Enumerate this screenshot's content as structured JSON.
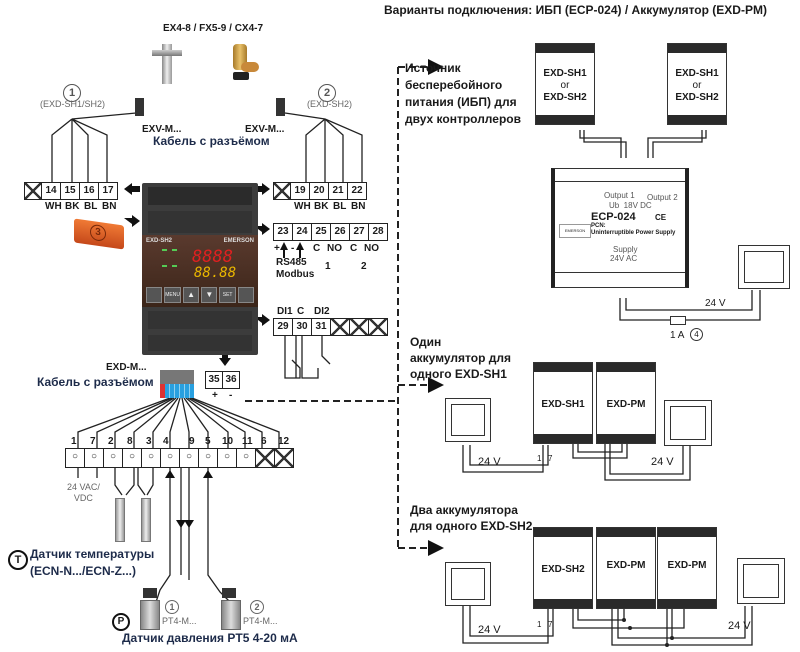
{
  "header": {
    "variants_title": "Варианты подключения: ИБП (ECP-024) / Аккумулятор (EXD-PM)",
    "valve_models": "EX4-8 / FX5-9 / CX4-7"
  },
  "left": {
    "valve1": {
      "index": "1",
      "model": "(EXD-SH1/SH2)",
      "cable": "EXV-M..."
    },
    "valve2": {
      "index": "2",
      "model": "(EXD-SH2)",
      "cable": "EXV-M..."
    },
    "cable_with_connector": "Кабель с разъёмом",
    "terminals_left": {
      "numbers": [
        "14",
        "15",
        "16",
        "17"
      ],
      "wires": [
        "WH",
        "BK",
        "BL",
        "BN"
      ]
    },
    "terminals_right_top": {
      "numbers": [
        "19",
        "20",
        "21",
        "22"
      ],
      "wires": [
        "WH",
        "BK",
        "BL",
        "BN"
      ]
    },
    "terminals_comm": {
      "numbers": [
        "23",
        "24",
        "25",
        "26",
        "27",
        "28"
      ],
      "pol": [
        "+",
        "-"
      ],
      "relay_labels": [
        "C",
        "NO",
        "C",
        "NO"
      ],
      "relay_groups": [
        "1",
        "2"
      ],
      "bus": "RS485",
      "bus2": "Modbus"
    },
    "terminals_di": {
      "headers": [
        "DI1",
        "C",
        "DI2"
      ],
      "numbers": [
        "29",
        "30",
        "31"
      ]
    },
    "terminals_power": {
      "numbers": [
        "35",
        "36"
      ],
      "pol": [
        "+",
        "-"
      ]
    },
    "usb_key_index": "3",
    "controller": {
      "model": "EXD-SH2",
      "brand": "EMERSON",
      "display_top": "8888",
      "display_bottom": "88.88",
      "buttons": [
        "",
        "MENU",
        "▲",
        "▼",
        "SET",
        ""
      ]
    },
    "io_cable": {
      "model": "EXD-M...",
      "label": "Кабель с разъёмом"
    },
    "io_terminals": [
      "1",
      "7",
      "2",
      "8",
      "3",
      "4",
      "9",
      "5",
      "10",
      "11",
      "6",
      "12"
    ],
    "supply_label": "24 VAC/\nVDC",
    "temp_sensor": {
      "badge": "T",
      "line1": "Датчик температуры",
      "line2": "(ECN-N.../ECN-Z...)"
    },
    "pressure_sensor": {
      "badge": "P",
      "label": "Датчик давления PT5  4-20 мА",
      "p1_index": "1",
      "p1_model": "PT4-M...",
      "p2_index": "2",
      "p2_model": "PT4-M..."
    }
  },
  "right": {
    "ups": {
      "caption": [
        "Источник",
        "бесперебойного",
        "питания (ИБП) для",
        "двух контроллеров"
      ],
      "controller_label": [
        "EXD-SH1",
        "or",
        "EXD-SH2"
      ],
      "device": {
        "model": "ECP-024",
        "pcn": "PCN:",
        "desc": "Uninterruptible Power Supply",
        "out1": "Output 1",
        "out2": "Output 2",
        "ub": "Ub  18V DC",
        "supply": "Supply",
        "supply_v": "24V AC",
        "brand": "EMERSON",
        "ce": "CE"
      },
      "voltage": "24 V",
      "fuse": "1 A",
      "fuse_index": "4"
    },
    "one_battery": {
      "caption": [
        "Один",
        "аккумулятор для",
        "одного EXD-SH1"
      ],
      "controller": "EXD-SH1",
      "battery": "EXD-PM",
      "voltage_left": "24 V",
      "voltage_right": "24 V",
      "pins": [
        "1",
        "7"
      ]
    },
    "two_battery": {
      "caption": [
        "Два аккумулятора",
        "для одного EXD-SH2"
      ],
      "controller": "EXD-SH2",
      "battery1": "EXD-PM",
      "battery2": "EXD-PM",
      "voltage_left": "24 V",
      "voltage_right": "24 V",
      "pins": [
        "1",
        "7"
      ]
    }
  }
}
